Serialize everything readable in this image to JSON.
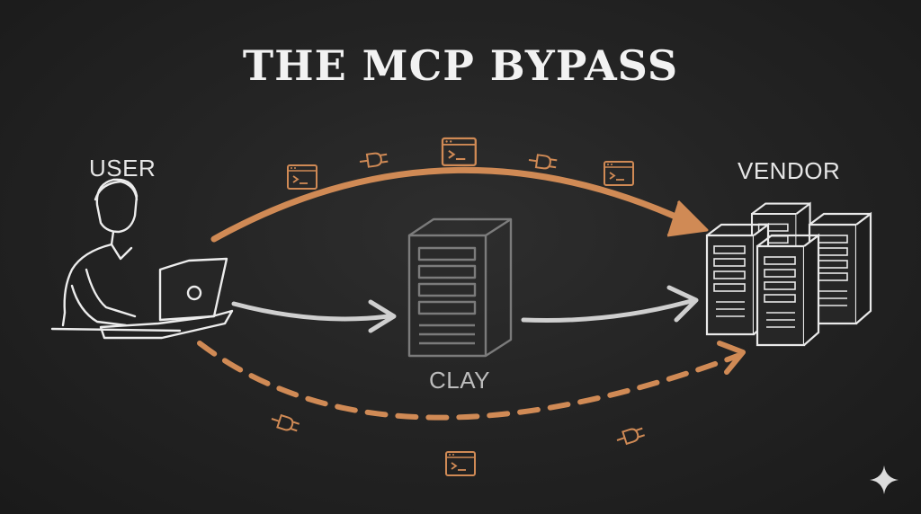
{
  "title": "THE MCP BYPASS",
  "labels": {
    "user": "USER",
    "clay": "CLAY",
    "vendor": "VENDOR"
  },
  "icons": [
    "person-at-laptop-icon",
    "server-tower-icon",
    "server-cluster-icon",
    "terminal-icon",
    "plug-icon",
    "sparkle-icon"
  ],
  "colors": {
    "background": "#242424",
    "chalk": "#e6e6e6",
    "accent": "#d08a55"
  }
}
